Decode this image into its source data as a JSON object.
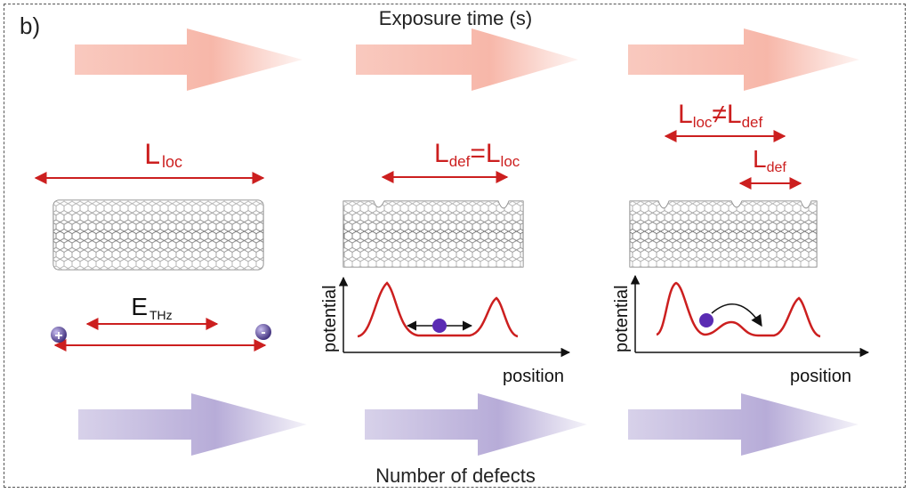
{
  "panel_label": "b)",
  "top_axis_label": "Exposure time (s)",
  "bottom_axis_label": "Number of defects",
  "panel1": {
    "length_symbol": "L",
    "length_sub": "loc",
    "field_symbol": "E",
    "field_sub": "THz",
    "plus_sign": "+",
    "minus_sign": "-"
  },
  "panel2": {
    "eq_a": "L",
    "eq_a_sub": "def",
    "eq_op": "=",
    "eq_b": "L",
    "eq_b_sub": "loc",
    "ylabel": "potential",
    "xlabel": "position"
  },
  "panel3": {
    "neq_a": "L",
    "neq_a_sub": "loc",
    "neq_op": "≠",
    "neq_b": "L",
    "neq_b_sub": "def",
    "sub_len": "L",
    "sub_len_sub": "def",
    "ylabel": "potential",
    "xlabel": "position"
  },
  "colors": {
    "red": "#cc1f1f",
    "top_arrow": "#f7b7a9",
    "bottom_arrow": "#b7acd8",
    "particle": "#5a2bb3",
    "tube": "#666666"
  }
}
